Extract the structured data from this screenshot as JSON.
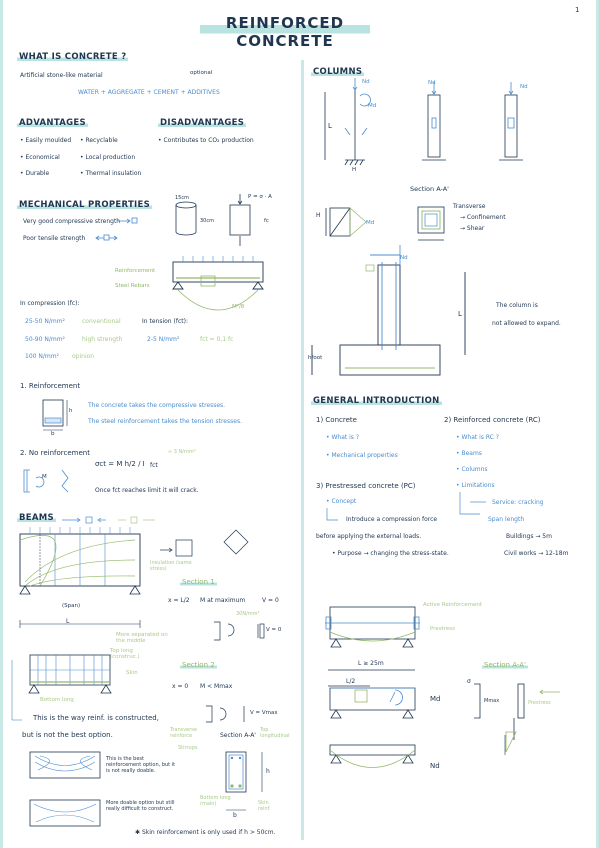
{
  "page_number": "1",
  "title": "REINFORCED CONCRETE",
  "concrete": {
    "heading": "WHAT IS CONCRETE ?",
    "definition": "Artificial stone-like material",
    "optional_label": "optional",
    "formula": "WATER + AGGREGATE + CEMENT + ADDITIVES"
  },
  "advantages": {
    "heading": "ADVANTAGES",
    "items": [
      "Easily moulded",
      "Economical",
      "Durable",
      "Recyclable",
      "Local production",
      "Thermal insulation"
    ]
  },
  "disadvantages": {
    "heading": "DISADVANTAGES",
    "items": [
      "Contributes to CO₂ production"
    ]
  },
  "mechanical": {
    "heading": "MECHANICAL PROPERTIES",
    "compressive": "Very good compressive strength",
    "tensile": "Poor tensile strength",
    "cyl_d": "15cm",
    "cyl_h": "30cm",
    "force_eq": "P = σ · A",
    "fc_label": "fc",
    "reinforcement_label": "Reinforcement",
    "steel_label": "Steel Rebars",
    "mb_label": "M²/8",
    "compression_heading": "In compression (fc):",
    "comp_rows": [
      {
        "value": "25-50 N/mm²",
        "class": "conventional"
      },
      {
        "value": "50-90 N/mm²",
        "class": "high strength"
      },
      {
        "value": "100 N/mm²",
        "class": "opinion"
      }
    ],
    "tension_heading": "In tension (fct):",
    "tension_value": "2-5 N/mm²",
    "tension_rule": "fct = 0,1 fc"
  },
  "reinforcement": {
    "heading": "1. Reinforcement",
    "compressive": "The concrete takes the compressive stresses.",
    "tensile": "The steel reinforcement takes the tension stresses.",
    "b_label": "b",
    "h_label": "h"
  },
  "no_reinforcement": {
    "heading": "2. No reinforcement",
    "formula": "σct = M h/2 / I",
    "fct": "fct",
    "fct_note": "≈ 3 N/mm²",
    "crack": "Once fct reaches limit it will crack."
  },
  "beams": {
    "heading": "BEAMS",
    "span": "(Span)",
    "span_l": "L",
    "insulation": "Insulation (same stress)",
    "section1": {
      "title": "Section 1",
      "x": "x = L/2",
      "moment": "M at maximum",
      "v": "V = 0",
      "stress_note": "30N/mm²"
    },
    "more_separated": "More separated on the middle",
    "top_long": "Top long (construc.)",
    "skin": "Skin",
    "bottom_long": "Bottom long",
    "section2": {
      "title": "Section 2",
      "x": "x = 0",
      "moment": "M < Mmax",
      "v": "V = Vmax"
    },
    "way_constructed": "This is the way reinf. is constructed,",
    "not_best": "but is not the best option.",
    "best_option": "This is the best reinforcement option, but it is not really doable.",
    "doable_option": "More doable option but still really difficult to construct.",
    "section_aa": "Section A-A'",
    "transverse": "Transverse reinforce",
    "stirrups": "Stirrups",
    "top_longitudinal": "Top longitudinal",
    "bottom_long_main": "Bottom long (main)",
    "skin_reinf": "Skin reinf.",
    "h_label": "h",
    "b_label": "b",
    "footnote": "Skin reinforcement is only used if h > 50cm."
  },
  "columns": {
    "heading": "COLUMNS",
    "nd": "Nd",
    "md": "Md",
    "l": "L",
    "h": "H",
    "section_aa": "Section A-A'",
    "transverse": "Transverse",
    "confinement": "→ Confinement",
    "shear": "→ Shear",
    "expand_1": "The column is",
    "expand_2": "not allowed to expand.",
    "h_foot": "hfoot"
  },
  "general": {
    "heading": "GENERAL INTRODUCTION",
    "col1": {
      "title": "1) Concrete",
      "items": [
        "What is ?",
        "Mechanical properties"
      ]
    },
    "col2": {
      "title": "2) Reinforced concrete (RC)",
      "items": [
        "What is RC ?",
        "Beams",
        "Columns",
        "Limitations"
      ]
    },
    "col3": {
      "title": "3) Prestressed concrete (PC)",
      "concept": "Concept",
      "introduce": "Introduce a compression force",
      "before": "before applying the external loads.",
      "purpose": "Purpose → changing the stress-state."
    },
    "limits": {
      "service": "Service: cracking",
      "span": "Span length",
      "buildings": "Buildings → 5m",
      "civil": "Civil works → 12-18m"
    }
  },
  "prestress": {
    "active": "Active Reinforcement",
    "prestress": "Prestress",
    "l_span": "L ≥ 25m",
    "l2": "L/2",
    "md": "Md",
    "nd": "Nd",
    "section_aa": "Section A-A'",
    "mmax": "Mmax",
    "prestress_lbl": "Prestress",
    "sigma": "σ"
  }
}
